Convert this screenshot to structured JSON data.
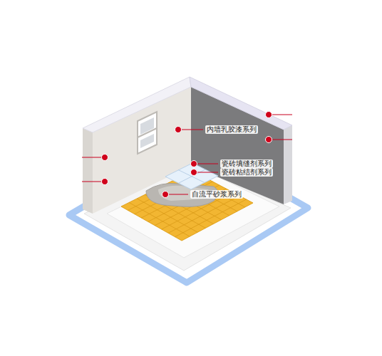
{
  "diagram": {
    "labels": [
      "内墙乳胶漆系列",
      "瓷砖填缝剂系列",
      "瓷砖粘结剂系列",
      "自流平砂浆系列"
    ]
  }
}
